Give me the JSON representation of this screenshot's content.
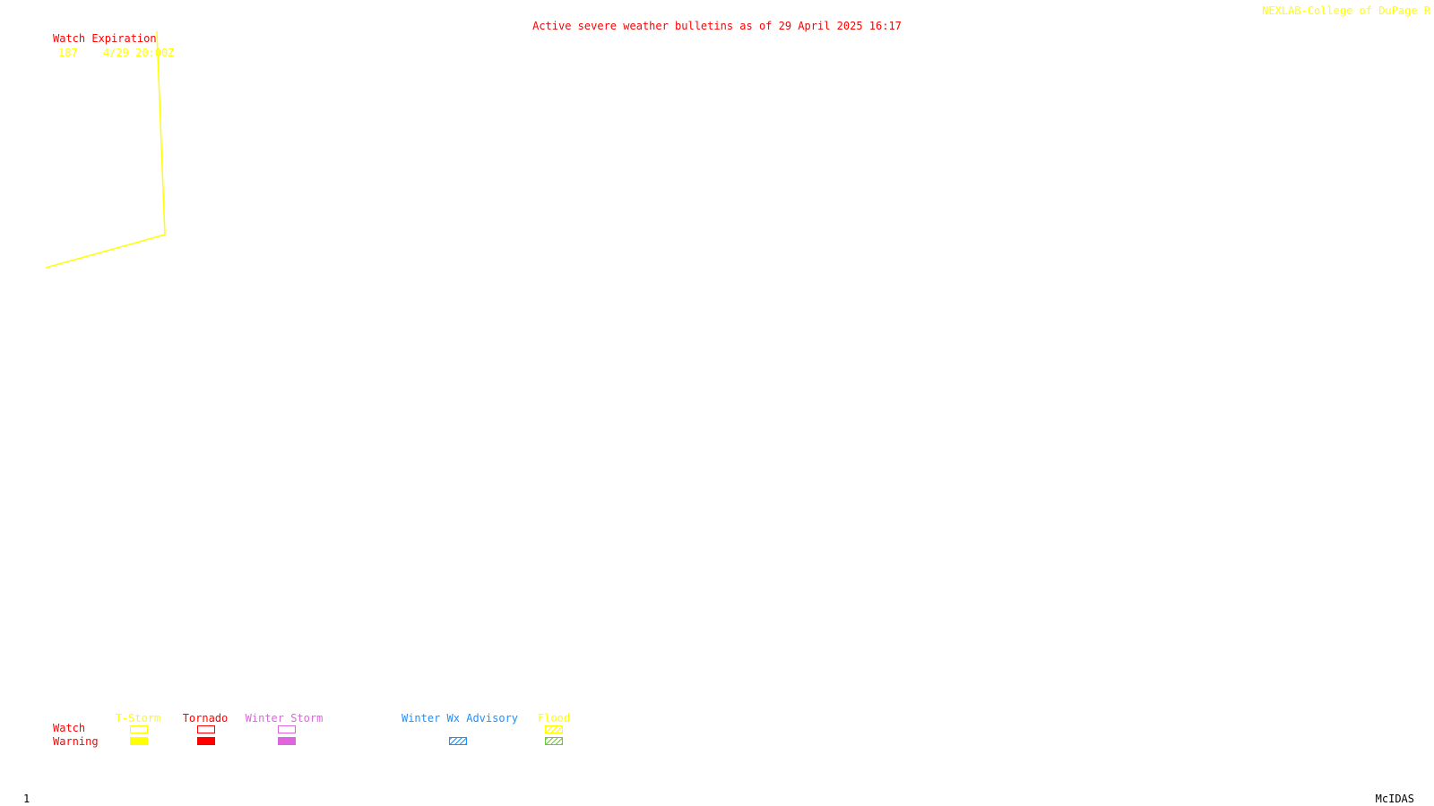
{
  "header": {
    "title": "Active severe weather bulletins as of 29 April 2025 16:17",
    "credit": "NEXLAB-College of DuPage R"
  },
  "watch_expiration": {
    "title": "Watch Expiration",
    "rows": [
      {
        "number": "187",
        "expires": "4/29 20:00Z"
      }
    ]
  },
  "legend": {
    "row_labels": {
      "watch": "Watch",
      "warning": "Warning"
    },
    "categories": [
      {
        "label": "T-Storm",
        "color": "#ffff00",
        "watch": "outline",
        "warning": "filled"
      },
      {
        "label": "Tornado",
        "color": "#ff0000",
        "watch": "outline",
        "warning": "filled"
      },
      {
        "label": "Winter Storm",
        "color": "#dd66dd",
        "watch": "outline",
        "warning": "filled"
      },
      {
        "label": "Winter Wx Advisory",
        "color": "#1e90ff",
        "warning": "hatched"
      },
      {
        "label": "Flood",
        "color": "#ffff00",
        "watch": "hatched",
        "warning": "hatched",
        "warning_color": "#66cc33"
      }
    ]
  },
  "footer": {
    "frame_number": "1",
    "software": "McIDAS"
  },
  "colors": {
    "title": "#ff0000",
    "credit": "#ffff00",
    "watch_box": "#ffff00",
    "background": "#ffffff"
  }
}
